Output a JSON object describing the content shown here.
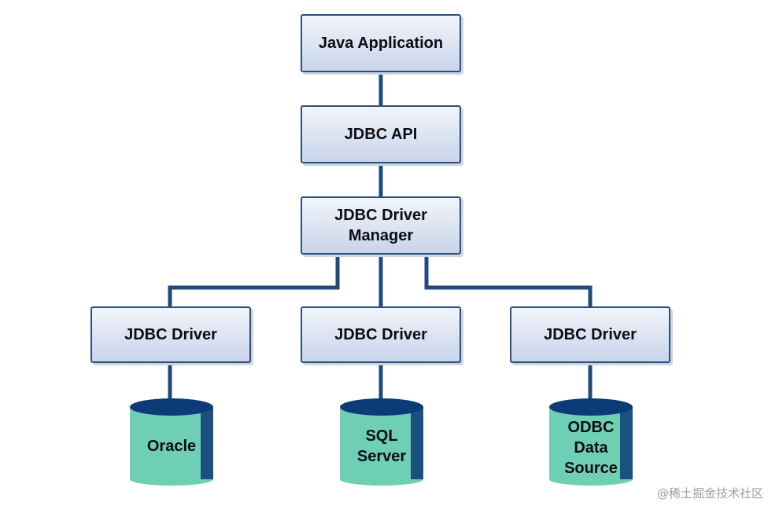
{
  "diagram": {
    "nodes": {
      "java_app": "Java Application",
      "jdbc_api": "JDBC API",
      "driver_manager": "JDBC Driver\nManager",
      "driver_left": "JDBC Driver",
      "driver_center": "JDBC Driver",
      "driver_right": "JDBC Driver"
    },
    "databases": {
      "oracle": "Oracle",
      "sql_server": "SQL\nServer",
      "odbc": "ODBC\nData\nSource"
    },
    "colors": {
      "box_border": "#2b4f7a",
      "connector": "#1f4a7a",
      "cylinder_top": "#0d3b78",
      "cylinder_body": "#6fcfb4"
    }
  },
  "watermark": "@稀土掘金技术社区"
}
